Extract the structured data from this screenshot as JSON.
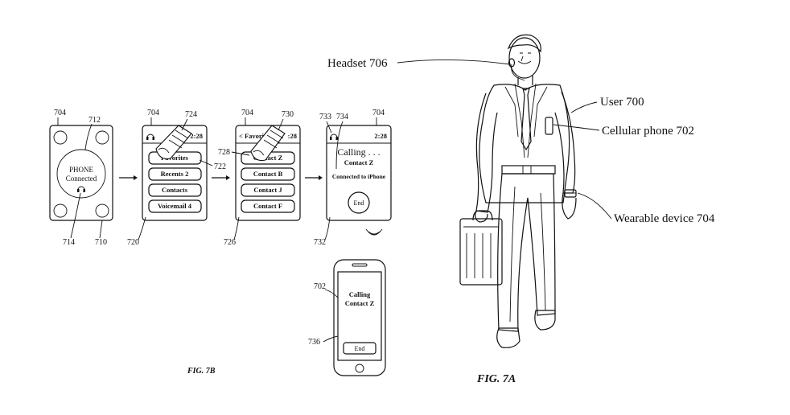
{
  "fig7b": {
    "caption": "FIG. 7B",
    "screen710": {
      "ref_top": "704",
      "ref_mid": "712",
      "ref_center": "714",
      "ref_bottom": "710",
      "line1": "PHONE",
      "line2": "Connected"
    },
    "screen720": {
      "ref_top": "704",
      "ref_finger": "724",
      "ref_button": "722",
      "ref_bottom": "720",
      "time": "2:28",
      "buttons": [
        "Favorites",
        "Recents 2",
        "Contacts",
        "Voicemail 4"
      ]
    },
    "screen726": {
      "ref_top": "704",
      "ref_finger": "730",
      "ref_button": "728",
      "ref_bottom": "726",
      "header": "< Favorit",
      "time": ":28",
      "buttons": [
        "Contact Z",
        "Contact B",
        "Contact J",
        "Contact F"
      ]
    },
    "screen732": {
      "ref_icon": "733",
      "ref_text": "734",
      "ref_top": "704",
      "ref_bottom": "732",
      "time": "2:28",
      "calling": "Calling . . .",
      "contact": "Contact Z",
      "status": "Connected to iPhone",
      "end": "End"
    },
    "phone702": {
      "ref_phone": "702",
      "ref_screen": "736",
      "line1": "Calling",
      "line2": "Contact Z",
      "end": "End"
    }
  },
  "fig7a": {
    "caption": "FIG. 7A",
    "headset": "Headset 706",
    "user": "User 700",
    "cellular": "Cellular phone 702",
    "wearable": "Wearable device  704"
  }
}
